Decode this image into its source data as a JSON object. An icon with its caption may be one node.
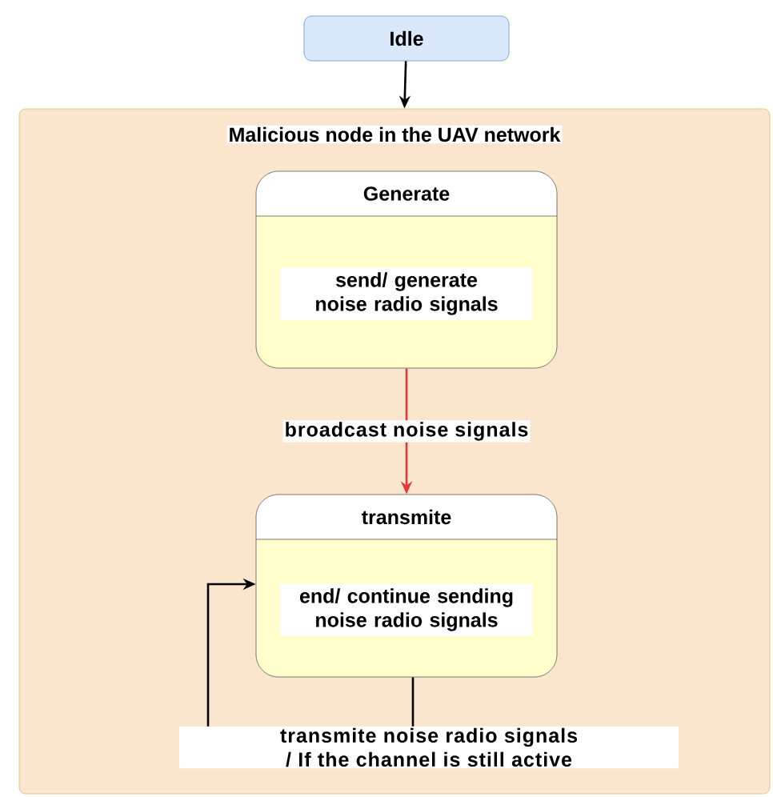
{
  "diagram": {
    "nodes": [
      {
        "text": [
          "Idle"
        ]
      },
      {
        "text": [
          "Malicious  node in the UAV network"
        ]
      },
      {
        "text": [
          "Generate",
          "send/ generate noise radio signals"
        ],
        "in": 1
      },
      {
        "text": [
          "transmite",
          "end/ continue sending noise radio signals"
        ],
        "in": 1
      }
    ],
    "edges": [
      {
        "from": 0,
        "to": 1,
        "arrow": "to"
      },
      {
        "from": 2,
        "to": 3,
        "arrow": "to",
        "label": "broadcast noise signals",
        "color": "#e53935"
      },
      {
        "from": 3,
        "to": 3,
        "arrow": "to",
        "label": "transmite noise radio signals / If the channel is still active"
      }
    ]
  }
}
